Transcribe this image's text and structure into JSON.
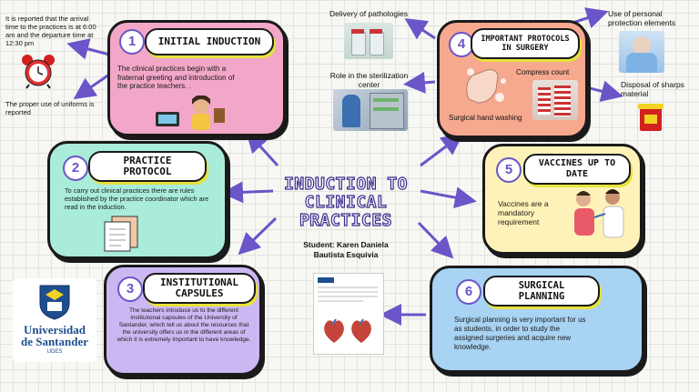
{
  "center": {
    "title_lines": [
      "INDUCTION TO",
      "CLINICAL",
      "PRACTICES"
    ],
    "student": [
      "Student: Karen Daniela",
      "Bautista Esquivia"
    ]
  },
  "cards": {
    "c1": {
      "num": "1",
      "title": "INITIAL INDUCTION",
      "text": "The clinical practices begin with a fraternal greeting and introduction of the practice teachers. ."
    },
    "c2": {
      "num": "2",
      "title_lines": [
        "PRACTICE",
        "PROTOCOL"
      ],
      "text": "To carry out clinical practices there are rules established by the practice coordinator which are read in the induction."
    },
    "c3": {
      "num": "3",
      "title_lines": [
        "INSTITUTIONAL",
        "CAPSULES"
      ],
      "text": "The teachers introduce us to the different institutional capsules of the University of Santander, which tell us about the resources that the university offers us in the different areas of which it is extremely important to have knowledge."
    },
    "c4": {
      "num": "4",
      "title_lines": [
        "IMPORTANT PROTOCOLS",
        "IN SURGERY"
      ],
      "compress": "Compress count",
      "hand": "Surgical hand washing"
    },
    "c5": {
      "num": "5",
      "title_lines": [
        "VACCINES UP TO",
        "DATE"
      ],
      "text": "Vaccines are a mandatory requirement"
    },
    "c6": {
      "num": "6",
      "title_lines": [
        "SURGICAL",
        "PLANNING"
      ],
      "text": "Surgical planning is very important for us as students, in order to study the assigned surgeries and acquire new knowledge."
    }
  },
  "side_notes": {
    "arrival": "It is reported that the arrival time to the practices is at 6:00 am and the departure time at 12:30 pm",
    "uniform": "The proper use of uniforms is reported",
    "delivery": "Delivery of pathologies",
    "sterilization": "Role in the sterilization center",
    "ppe": "Use of personal protection elements",
    "sharps": "Disposal of sharps material"
  },
  "logo": {
    "line1": "Universidad",
    "line2": "de Santander",
    "line3": "UDES"
  },
  "colors": {
    "c1": "#f2a7c8",
    "c2": "#a9ecd9",
    "c3": "#cbb8f2",
    "c4": "#f6a98f",
    "c5": "#fff2b8",
    "c6": "#a8d3f3",
    "arrow": "#6b55c8"
  }
}
